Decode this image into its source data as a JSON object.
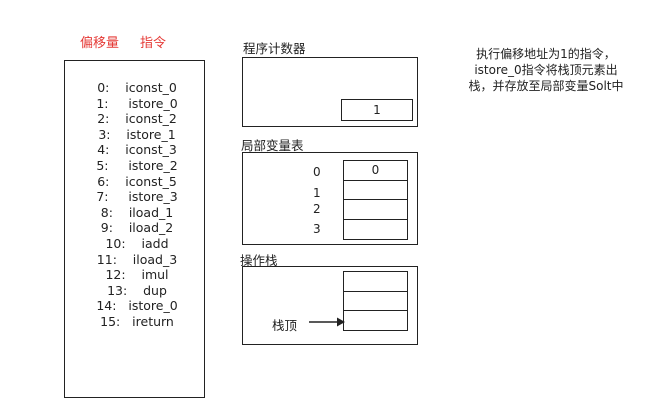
{
  "headers": {
    "offset": "偏移量",
    "instruction": "指令"
  },
  "instructions": [
    "0:    iconst_0",
    "1:     istore_0",
    "2:    iconst_2",
    "3:    istore_1",
    "4:    iconst_3",
    "5:     istore_2",
    "6:    iconst_5",
    "7:     istore_3",
    "8:    iload_1",
    "9:    iload_2",
    "10:    iadd",
    "11:    iload_3",
    "12:    imul",
    "13:    dup",
    "14:   istore_0",
    "15:   ireturn"
  ],
  "pc": {
    "title": "程序计数器",
    "value": "1"
  },
  "locals": {
    "title": "局部变量表",
    "indices": [
      "0",
      "1",
      "2",
      "3"
    ],
    "slots": [
      "0",
      "",
      "",
      ""
    ]
  },
  "stack": {
    "title": "操作栈",
    "top_label": "栈顶",
    "slots": [
      "",
      "",
      ""
    ]
  },
  "note": "执行偏移地址为1的指令，istore_0指令将栈顶元素出栈，并存放至局部变量Solt中"
}
